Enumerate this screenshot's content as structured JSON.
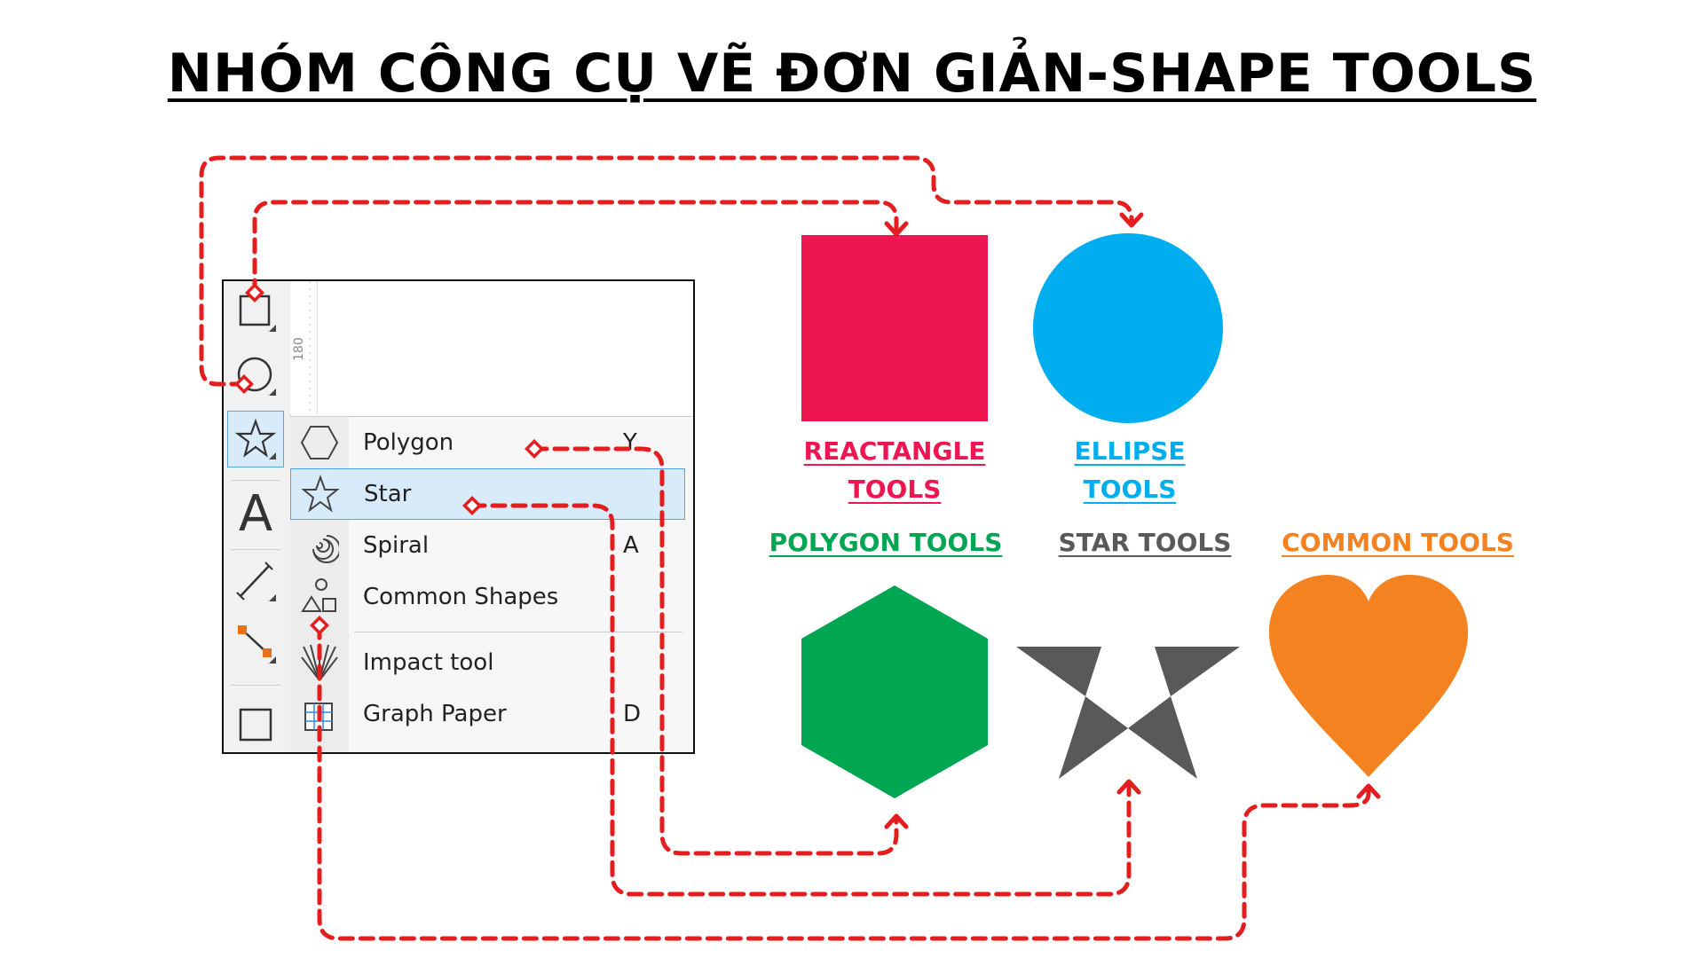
{
  "title": "NHÓM CÔNG CỤ VẼ ĐƠN GIẢN-SHAPE TOOLS",
  "colors": {
    "rectangle": "#ed1651",
    "ellipse": "#00aeef",
    "polygon": "#00a651",
    "star": "#58595b",
    "common": "#f58220",
    "connector": "#e41e1e"
  },
  "panel": {
    "ruler_label": "180",
    "toolbox": [
      {
        "icon": "rectangle-tool-icon"
      },
      {
        "icon": "ellipse-tool-icon"
      },
      {
        "icon": "star-tool-icon"
      },
      {
        "icon": "text-tool-icon",
        "glyph": "A"
      },
      {
        "icon": "line-tool-icon"
      },
      {
        "icon": "connector-tool-icon"
      }
    ],
    "menu": [
      {
        "label": "Polygon",
        "key": "Y",
        "icon": "hexagon-icon"
      },
      {
        "label": "Star",
        "key": "",
        "icon": "star-icon"
      },
      {
        "label": "Spiral",
        "key": "A",
        "icon": "spiral-icon"
      },
      {
        "label": "Common Shapes",
        "key": "",
        "icon": "common-shapes-icon"
      },
      {
        "label": "Impact tool",
        "key": "",
        "icon": "impact-icon"
      },
      {
        "label": "Graph Paper",
        "key": "D",
        "icon": "graph-paper-icon"
      }
    ]
  },
  "labels": {
    "rectangle": [
      "REACTANGLE",
      "TOOLS"
    ],
    "ellipse": [
      "ELLIPSE",
      "TOOLS"
    ],
    "polygon": "POLYGON TOOLS",
    "star": "STAR TOOLS",
    "common": "COMMON TOOLS"
  }
}
